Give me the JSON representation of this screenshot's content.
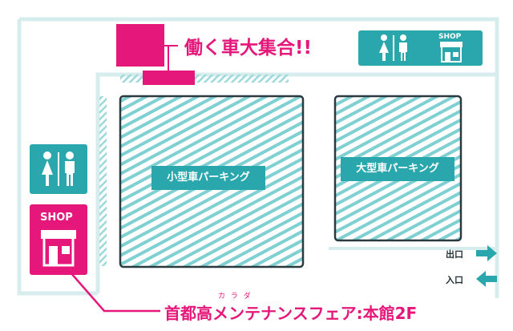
{
  "map": {
    "event_title": "働く車大集合!!",
    "small_parking_label": "小型車パーキング",
    "large_parking_label": "大型車パーキング",
    "exit_label": "出口",
    "entrance_label": "入口",
    "shop_label_top": "SHOP",
    "shop_label_left": "SHOP",
    "furigana": "カ ラ ダ",
    "venue_caption": "首都高メンテナンスフェア:本館2F",
    "colors": {
      "teal": "#2aa7ad",
      "magenta": "#e6177a",
      "outline": "#d7ecec",
      "hatch": "#7fd0d2"
    },
    "icons": {
      "restroom_top": "restroom-icon",
      "restroom_left": "restroom-icon",
      "shop_top": "shop-icon",
      "shop_left": "shop-icon",
      "exit_arrow": "arrow-right-icon",
      "entrance_arrow": "arrow-left-icon"
    }
  }
}
